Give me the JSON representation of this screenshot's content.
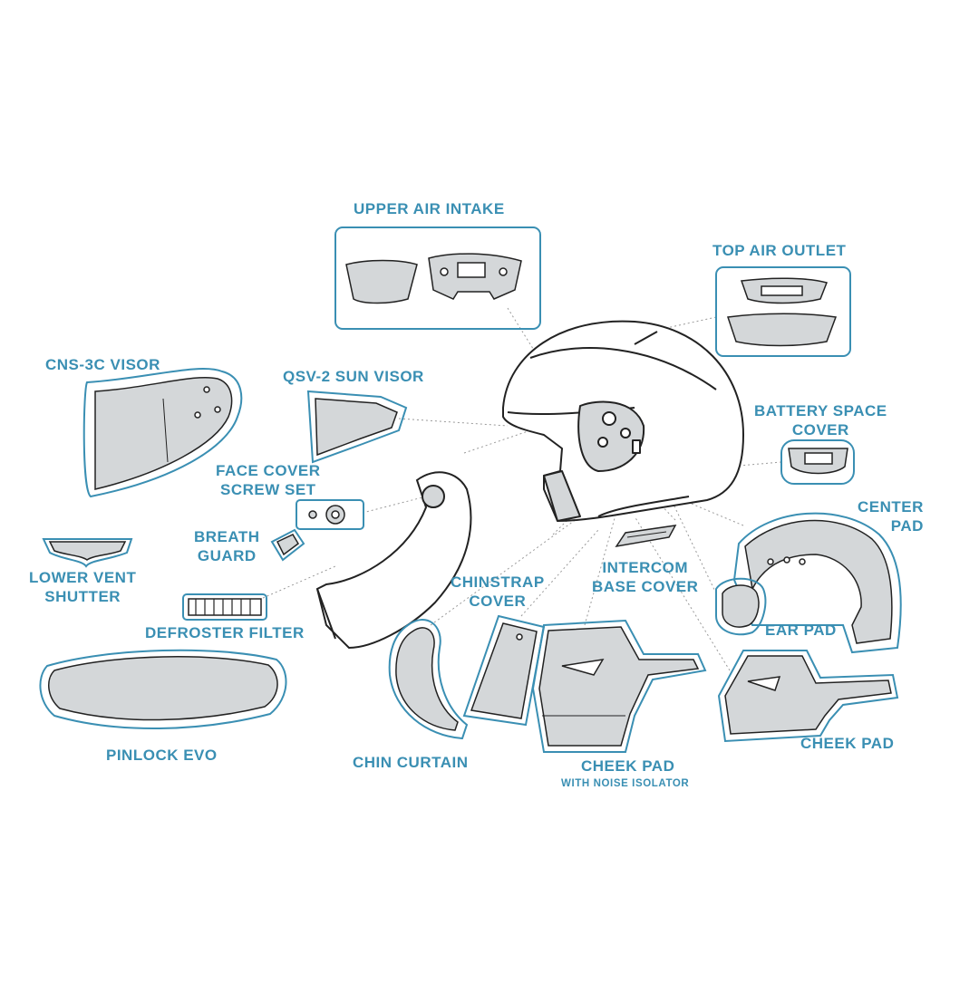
{
  "colors": {
    "outline": "#222222",
    "fill": "#d4d7d9",
    "frame": "#3a8fb3",
    "label": "#3a8fb3",
    "leader": "#9a9a9a"
  },
  "labels": {
    "upper_air_intake": "UPPER AIR INTAKE",
    "top_air_outlet": "TOP AIR OUTLET",
    "cns_3c_visor": "CNS-3C VISOR",
    "qsv_2_sun_visor": "QSV-2 SUN VISOR",
    "battery_space_cover": [
      "BATTERY SPACE",
      "COVER"
    ],
    "face_cover_screw_set": [
      "FACE COVER",
      "SCREW SET"
    ],
    "center_pad": [
      "CENTER",
      "PAD"
    ],
    "breath_guard": [
      "BREATH",
      "GUARD"
    ],
    "lower_vent_shutter": [
      "LOWER VENT",
      "SHUTTER"
    ],
    "chinstrap_cover": [
      "CHINSTRAP",
      "COVER"
    ],
    "intercom_base_cover": [
      "INTERCOM",
      "BASE COVER"
    ],
    "defroster_filter": "DEFROSTER FILTER",
    "ear_pad": "EAR PAD",
    "pinlock_evo": "PINLOCK EVO",
    "chin_curtain": "CHIN CURTAIN",
    "cheek_pad_noise": "CHEEK PAD",
    "cheek_pad_noise_sub": "WITH NOISE ISOLATOR",
    "cheek_pad": "CHEEK PAD"
  },
  "icons": [
    "helmet-drawing",
    "upper-air-intake-part",
    "top-air-outlet-part",
    "cns-3c-visor-part",
    "qsv-2-sun-visor-part",
    "battery-space-cover-part",
    "face-cover-screw-set-part",
    "center-pad-part",
    "breath-guard-part",
    "lower-vent-shutter-part",
    "intercom-base-cover-part",
    "defroster-filter-part",
    "ear-pad-part",
    "pinlock-evo-part",
    "chin-curtain-part",
    "chinstrap-cover-part",
    "cheek-pad-noise-part",
    "cheek-pad-part"
  ]
}
